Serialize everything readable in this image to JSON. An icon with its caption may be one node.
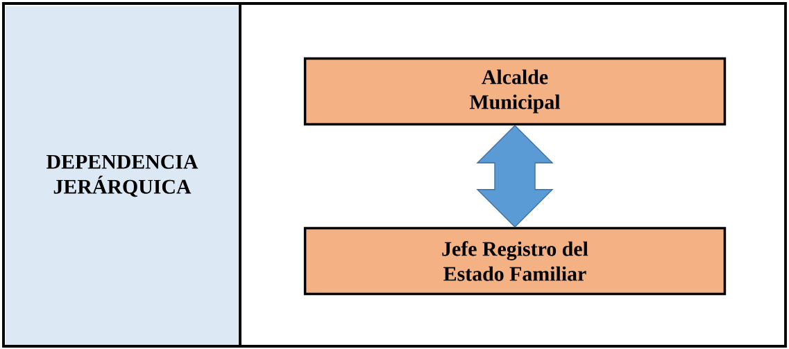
{
  "diagram": {
    "nodes": [
      {
        "text": [
          "DEPENDENCIA JERÁRQUICA"
        ]
      },
      {
        "text": [
          "Alcalde Municipal"
        ]
      },
      {
        "text": [
          "Jefe Registro del Estado Familiar"
        ]
      }
    ],
    "edges": [
      {
        "from": 1,
        "to": 2,
        "arrow": "both"
      }
    ]
  }
}
